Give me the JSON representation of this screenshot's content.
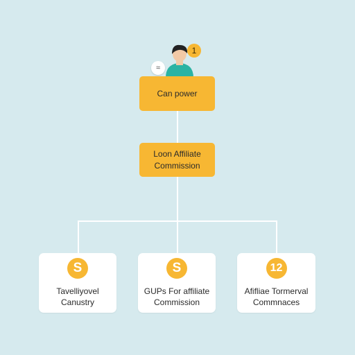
{
  "person": {
    "badge_number": "1",
    "side_icon_glyph": "≈"
  },
  "nodes": {
    "root": {
      "label": "Can power"
    },
    "middle": {
      "line1": "Loon Affiliate",
      "line2": "Commission"
    },
    "children": [
      {
        "icon_glyph": "S",
        "line1": "Tavelliyovel",
        "line2": "Canustry"
      },
      {
        "icon_glyph": "S",
        "line1": "GUPs For affiliate",
        "line2": "Commission"
      },
      {
        "icon_glyph": "12",
        "line1": "Afifliae Tormerval",
        "line2": "Commnaces"
      }
    ]
  },
  "colors": {
    "background": "#d6eaee",
    "accent": "#f7b733",
    "connector": "#ffffff",
    "card": "#ffffff"
  }
}
